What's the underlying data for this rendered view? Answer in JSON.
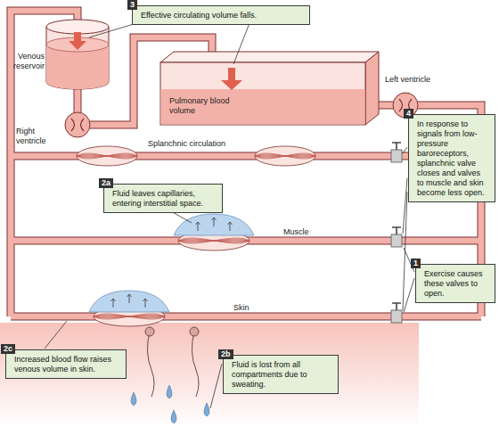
{
  "diagram": {
    "nodes": [
      {
        "text": [
          "3",
          "Effective circulating volume falls."
        ]
      },
      {
        "text": [
          "4",
          "In response to signals from low-pressure baroreceptors, splanchnic valve closes and valves to muscle and skin become less open."
        ]
      },
      {
        "text": [
          "2a",
          "Fluid leaves capillaries, entering interstitial space."
        ]
      },
      {
        "text": [
          "1",
          "Exercise causes these valves to open."
        ]
      },
      {
        "text": [
          "2c",
          "Increased blood flow raises venous volume in skin."
        ]
      },
      {
        "text": [
          "2b",
          "Fluid is lost from all compartments due to sweating."
        ]
      }
    ],
    "labels": [
      "Venous reservoir",
      "Right ventricle",
      "Pulmonary blood volume",
      "Left ventricle",
      "Splanchnic circulation",
      "Muscle",
      "Skin"
    ]
  }
}
